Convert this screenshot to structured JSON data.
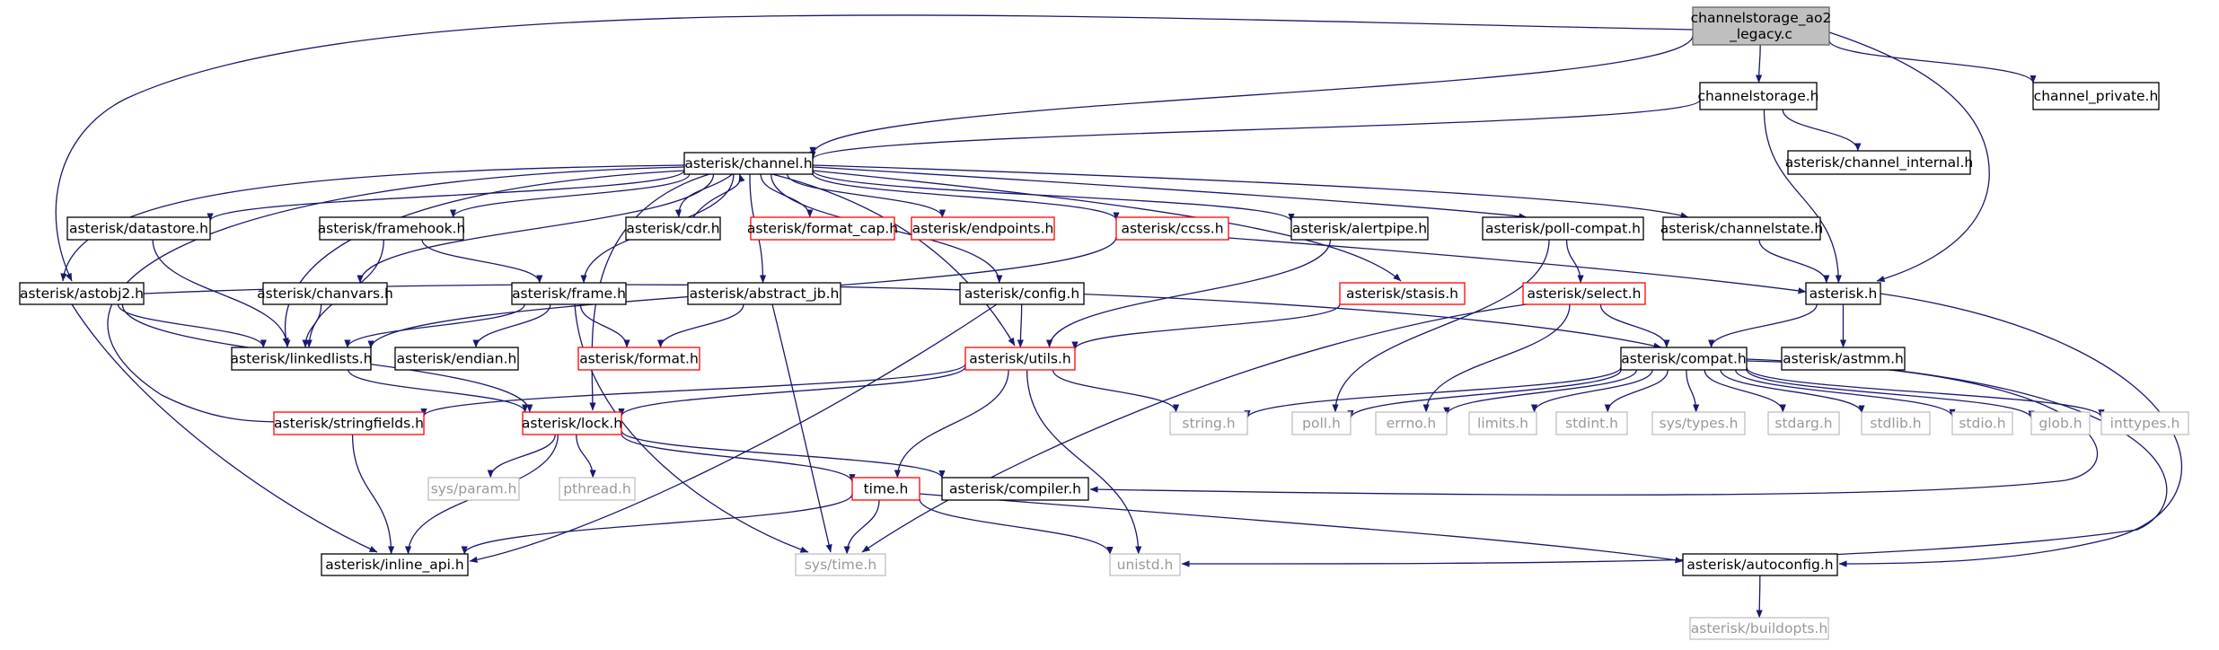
{
  "graph_title": "",
  "colors": {
    "edge": "#191970",
    "normal_border": "#000000",
    "truncated_border": "#ff0000",
    "system_border": "#bfbfbf",
    "root_fill": "#bfbfbf",
    "normal_text": "#000000",
    "system_text": "#999999"
  },
  "nodes": [
    {
      "id": "root",
      "lines": [
        "channelstorage_ao2",
        "_legacy.c"
      ],
      "kind": "root"
    },
    {
      "id": "channelstorage",
      "lines": [
        "channelstorage.h"
      ],
      "kind": "normal"
    },
    {
      "id": "channel_private",
      "lines": [
        "channel_private.h"
      ],
      "kind": "normal"
    },
    {
      "id": "channel",
      "lines": [
        "asterisk/channel.h"
      ],
      "kind": "normal"
    },
    {
      "id": "channel_internal",
      "lines": [
        "asterisk/channel_internal.h"
      ],
      "kind": "normal"
    },
    {
      "id": "datastore",
      "lines": [
        "asterisk/datastore.h"
      ],
      "kind": "normal"
    },
    {
      "id": "framehook",
      "lines": [
        "asterisk/framehook.h"
      ],
      "kind": "normal"
    },
    {
      "id": "cdr",
      "lines": [
        "asterisk/cdr.h"
      ],
      "kind": "normal"
    },
    {
      "id": "format_cap",
      "lines": [
        "asterisk/format_cap.h"
      ],
      "kind": "truncated"
    },
    {
      "id": "endpoints",
      "lines": [
        "asterisk/endpoints.h"
      ],
      "kind": "truncated"
    },
    {
      "id": "ccss",
      "lines": [
        "asterisk/ccss.h"
      ],
      "kind": "truncated"
    },
    {
      "id": "alertpipe",
      "lines": [
        "asterisk/alertpipe.h"
      ],
      "kind": "normal"
    },
    {
      "id": "pollcompat",
      "lines": [
        "asterisk/poll-compat.h"
      ],
      "kind": "normal"
    },
    {
      "id": "channelstate",
      "lines": [
        "asterisk/channelstate.h"
      ],
      "kind": "normal"
    },
    {
      "id": "astobj2",
      "lines": [
        "asterisk/astobj2.h"
      ],
      "kind": "normal"
    },
    {
      "id": "chanvars",
      "lines": [
        "asterisk/chanvars.h"
      ],
      "kind": "normal"
    },
    {
      "id": "frame",
      "lines": [
        "asterisk/frame.h"
      ],
      "kind": "normal"
    },
    {
      "id": "abstract_jb",
      "lines": [
        "asterisk/abstract_jb.h"
      ],
      "kind": "normal"
    },
    {
      "id": "config",
      "lines": [
        "asterisk/config.h"
      ],
      "kind": "normal"
    },
    {
      "id": "stasis",
      "lines": [
        "asterisk/stasis.h"
      ],
      "kind": "truncated"
    },
    {
      "id": "select",
      "lines": [
        "asterisk/select.h"
      ],
      "kind": "truncated"
    },
    {
      "id": "asterisk",
      "lines": [
        "asterisk.h"
      ],
      "kind": "normal"
    },
    {
      "id": "linkedlists",
      "lines": [
        "asterisk/linkedlists.h"
      ],
      "kind": "normal"
    },
    {
      "id": "endian",
      "lines": [
        "asterisk/endian.h"
      ],
      "kind": "normal"
    },
    {
      "id": "format",
      "lines": [
        "asterisk/format.h"
      ],
      "kind": "truncated"
    },
    {
      "id": "utils",
      "lines": [
        "asterisk/utils.h"
      ],
      "kind": "truncated"
    },
    {
      "id": "compat",
      "lines": [
        "asterisk/compat.h"
      ],
      "kind": "normal"
    },
    {
      "id": "astmm",
      "lines": [
        "asterisk/astmm.h"
      ],
      "kind": "normal"
    },
    {
      "id": "stringfields",
      "lines": [
        "asterisk/stringfields.h"
      ],
      "kind": "truncated"
    },
    {
      "id": "lock",
      "lines": [
        "asterisk/lock.h"
      ],
      "kind": "truncated"
    },
    {
      "id": "string_h",
      "lines": [
        "string.h"
      ],
      "kind": "system"
    },
    {
      "id": "poll_h",
      "lines": [
        "poll.h"
      ],
      "kind": "system"
    },
    {
      "id": "errno_h",
      "lines": [
        "errno.h"
      ],
      "kind": "system"
    },
    {
      "id": "limits_h",
      "lines": [
        "limits.h"
      ],
      "kind": "system"
    },
    {
      "id": "stdint_h",
      "lines": [
        "stdint.h"
      ],
      "kind": "system"
    },
    {
      "id": "systypes_h",
      "lines": [
        "sys/types.h"
      ],
      "kind": "system"
    },
    {
      "id": "stdarg_h",
      "lines": [
        "stdarg.h"
      ],
      "kind": "system"
    },
    {
      "id": "stdlib_h",
      "lines": [
        "stdlib.h"
      ],
      "kind": "system"
    },
    {
      "id": "stdio_h",
      "lines": [
        "stdio.h"
      ],
      "kind": "system"
    },
    {
      "id": "glob_h",
      "lines": [
        "glob.h"
      ],
      "kind": "system"
    },
    {
      "id": "inttypes_h",
      "lines": [
        "inttypes.h"
      ],
      "kind": "system"
    },
    {
      "id": "sysparam_h",
      "lines": [
        "sys/param.h"
      ],
      "kind": "system"
    },
    {
      "id": "pthread_h",
      "lines": [
        "pthread.h"
      ],
      "kind": "system"
    },
    {
      "id": "time_h",
      "lines": [
        "time.h"
      ],
      "kind": "truncated"
    },
    {
      "id": "compiler",
      "lines": [
        "asterisk/compiler.h"
      ],
      "kind": "normal"
    },
    {
      "id": "inline_api",
      "lines": [
        "asterisk/inline_api.h"
      ],
      "kind": "normal"
    },
    {
      "id": "systime_h",
      "lines": [
        "sys/time.h"
      ],
      "kind": "system"
    },
    {
      "id": "unistd_h",
      "lines": [
        "unistd.h"
      ],
      "kind": "system"
    },
    {
      "id": "autoconfig",
      "lines": [
        "asterisk/autoconfig.h"
      ],
      "kind": "normal"
    },
    {
      "id": "buildopts",
      "lines": [
        "asterisk/buildopts.h"
      ],
      "kind": "system"
    }
  ],
  "edges": [
    [
      "root",
      "channelstorage"
    ],
    [
      "root",
      "channel_private"
    ],
    [
      "root",
      "channel"
    ],
    [
      "root",
      "asterisk"
    ],
    [
      "root",
      "astobj2"
    ],
    [
      "channelstorage",
      "channel"
    ],
    [
      "channelstorage",
      "channel_internal"
    ],
    [
      "channelstorage",
      "asterisk"
    ],
    [
      "channel",
      "datastore"
    ],
    [
      "channel",
      "framehook"
    ],
    [
      "channel",
      "cdr"
    ],
    [
      "channel",
      "format_cap"
    ],
    [
      "channel",
      "endpoints"
    ],
    [
      "channel",
      "ccss"
    ],
    [
      "channel",
      "alertpipe"
    ],
    [
      "channel",
      "pollcompat"
    ],
    [
      "channel",
      "channelstate"
    ],
    [
      "channel",
      "astobj2"
    ],
    [
      "channel",
      "chanvars"
    ],
    [
      "channel",
      "frame"
    ],
    [
      "channel",
      "abstract_jb"
    ],
    [
      "channel",
      "config"
    ],
    [
      "channel",
      "stasis"
    ],
    [
      "channel",
      "linkedlists"
    ],
    [
      "channel",
      "utils"
    ],
    [
      "channel",
      "stringfields"
    ],
    [
      "channel",
      "lock"
    ],
    [
      "cdr",
      "channel"
    ],
    [
      "datastore",
      "linkedlists"
    ],
    [
      "framehook",
      "frame"
    ],
    [
      "framehook",
      "linkedlists"
    ],
    [
      "ccss",
      "linkedlists"
    ],
    [
      "ccss",
      "asterisk"
    ],
    [
      "alertpipe",
      "utils"
    ],
    [
      "pollcompat",
      "select"
    ],
    [
      "pollcompat",
      "poll_h"
    ],
    [
      "channelstate",
      "asterisk"
    ],
    [
      "astobj2",
      "linkedlists"
    ],
    [
      "astobj2",
      "lock"
    ],
    [
      "astobj2",
      "compat"
    ],
    [
      "astobj2",
      "inline_api"
    ],
    [
      "chanvars",
      "linkedlists"
    ],
    [
      "frame",
      "linkedlists"
    ],
    [
      "frame",
      "endian"
    ],
    [
      "frame",
      "format"
    ],
    [
      "frame",
      "systime_h"
    ],
    [
      "abstract_jb",
      "format"
    ],
    [
      "abstract_jb",
      "systime_h"
    ],
    [
      "config",
      "utils"
    ],
    [
      "config",
      "inline_api"
    ],
    [
      "stasis",
      "utils"
    ],
    [
      "select",
      "compat"
    ],
    [
      "select",
      "errno_h"
    ],
    [
      "select",
      "systime_h"
    ],
    [
      "asterisk",
      "compat"
    ],
    [
      "asterisk",
      "astmm"
    ],
    [
      "asterisk",
      "autoconfig"
    ],
    [
      "linkedlists",
      "lock"
    ],
    [
      "utils",
      "lock"
    ],
    [
      "utils",
      "string_h"
    ],
    [
      "utils",
      "time_h"
    ],
    [
      "utils",
      "unistd_h"
    ],
    [
      "utils",
      "stringfields"
    ],
    [
      "compat",
      "string_h"
    ],
    [
      "compat",
      "poll_h"
    ],
    [
      "compat",
      "errno_h"
    ],
    [
      "compat",
      "limits_h"
    ],
    [
      "compat",
      "stdint_h"
    ],
    [
      "compat",
      "systypes_h"
    ],
    [
      "compat",
      "stdarg_h"
    ],
    [
      "compat",
      "stdlib_h"
    ],
    [
      "compat",
      "stdio_h"
    ],
    [
      "compat",
      "glob_h"
    ],
    [
      "compat",
      "inttypes_h"
    ],
    [
      "compat",
      "compiler"
    ],
    [
      "compat",
      "unistd_h"
    ],
    [
      "stringfields",
      "inline_api"
    ],
    [
      "lock",
      "sysparam_h"
    ],
    [
      "lock",
      "pthread_h"
    ],
    [
      "lock",
      "time_h"
    ],
    [
      "lock",
      "compiler"
    ],
    [
      "lock",
      "inline_api"
    ],
    [
      "time_h",
      "inline_api"
    ],
    [
      "time_h",
      "systime_h"
    ],
    [
      "time_h",
      "unistd_h"
    ],
    [
      "time_h",
      "autoconfig"
    ],
    [
      "autoconfig",
      "buildopts"
    ]
  ]
}
